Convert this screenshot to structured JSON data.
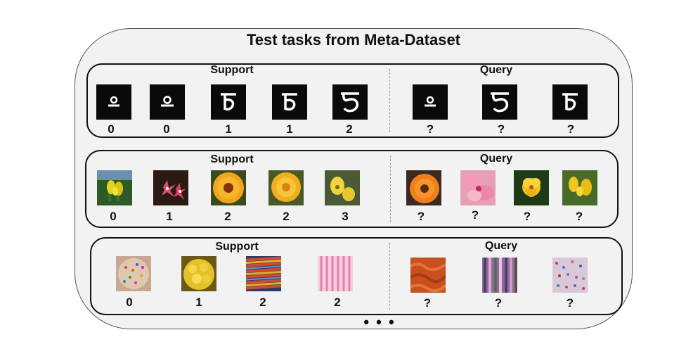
{
  "title": "Test tasks from Meta-Dataset",
  "rows": [
    {
      "support_header": "Support",
      "query_header": "Query",
      "support": [
        {
          "label": "0",
          "image": "handwritten-character-a"
        },
        {
          "label": "0",
          "image": "handwritten-character-a"
        },
        {
          "label": "1",
          "image": "handwritten-character-b"
        },
        {
          "label": "1",
          "image": "handwritten-character-b"
        },
        {
          "label": "2",
          "image": "handwritten-character-c"
        }
      ],
      "query": [
        {
          "label": "?",
          "image": "handwritten-character-a"
        },
        {
          "label": "?",
          "image": "handwritten-character-c"
        },
        {
          "label": "?",
          "image": "handwritten-character-b"
        }
      ]
    },
    {
      "support_header": "Support",
      "query_header": "Query",
      "support": [
        {
          "label": "0",
          "image": "yellow-iris-photo"
        },
        {
          "label": "1",
          "image": "pink-star-flower-photo"
        },
        {
          "label": "2",
          "image": "orange-sunflower-photo"
        },
        {
          "label": "2",
          "image": "orange-sunflower-photo"
        },
        {
          "label": "3",
          "image": "yellow-poppy-photo"
        }
      ],
      "query": [
        {
          "label": "?",
          "image": "orange-gerbera-photo"
        },
        {
          "label": "?",
          "image": "pink-lily-photo"
        },
        {
          "label": "?",
          "image": "yellow-flower-photo"
        },
        {
          "label": "?",
          "image": "yellow-iris-photo"
        }
      ]
    },
    {
      "support_header": "Support",
      "query_header": "Query",
      "support": [
        {
          "label": "0",
          "image": "sprinkled-texture-photo"
        },
        {
          "label": "1",
          "image": "yellow-bumpy-texture-photo"
        },
        {
          "label": "2",
          "image": "striped-fabric-texture-photo"
        },
        {
          "label": "2",
          "image": "pink-striped-texture-photo"
        }
      ],
      "query": [
        {
          "label": "?",
          "image": "orange-rough-texture-photo"
        },
        {
          "label": "?",
          "image": "vertical-striped-texture-photo"
        },
        {
          "label": "?",
          "image": "speckled-texture-photo"
        }
      ]
    }
  ],
  "ellipsis": "• • •",
  "colors": {
    "panel": "#f2f2f2",
    "border": "#111111"
  }
}
